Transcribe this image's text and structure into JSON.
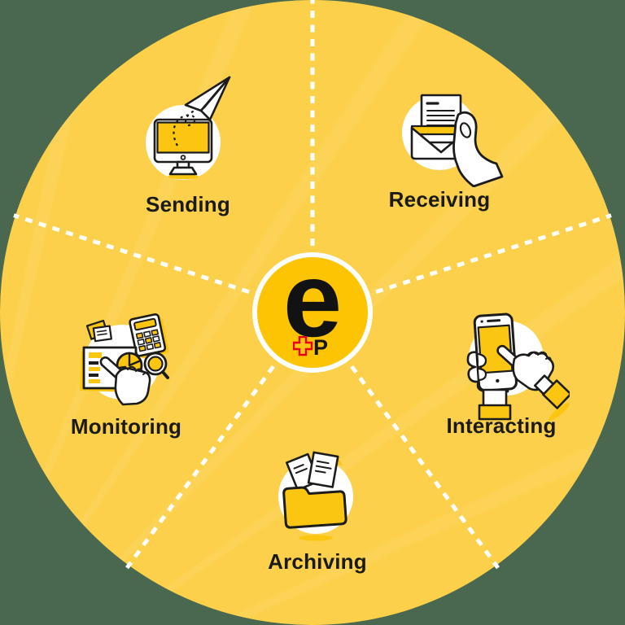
{
  "center": {
    "letter": "e",
    "brand_letter": "P"
  },
  "features": [
    {
      "id": "sending",
      "label": "Sending",
      "icon": "monitor-paper-plane-icon"
    },
    {
      "id": "receiving",
      "label": "Receiving",
      "icon": "envelope-letter-hand-icon"
    },
    {
      "id": "monitoring",
      "label": "Monitoring",
      "icon": "charts-calculator-hand-icon"
    },
    {
      "id": "interacting",
      "label": "Interacting",
      "icon": "smartphone-touch-hands-icon"
    },
    {
      "id": "archiving",
      "label": "Archiving",
      "icon": "folder-documents-icon"
    }
  ],
  "colors": {
    "wheel_yellow": "#FCD04A",
    "icon_yellow": "#FBC611",
    "center_yellow": "#FCC402",
    "outline_black": "#1C1C1C",
    "divider_white": "#FFFFFF",
    "backdrop_green": "#4A6850",
    "swiss_cross_red": "#E8001C",
    "label_black": "#1A1A1A"
  }
}
